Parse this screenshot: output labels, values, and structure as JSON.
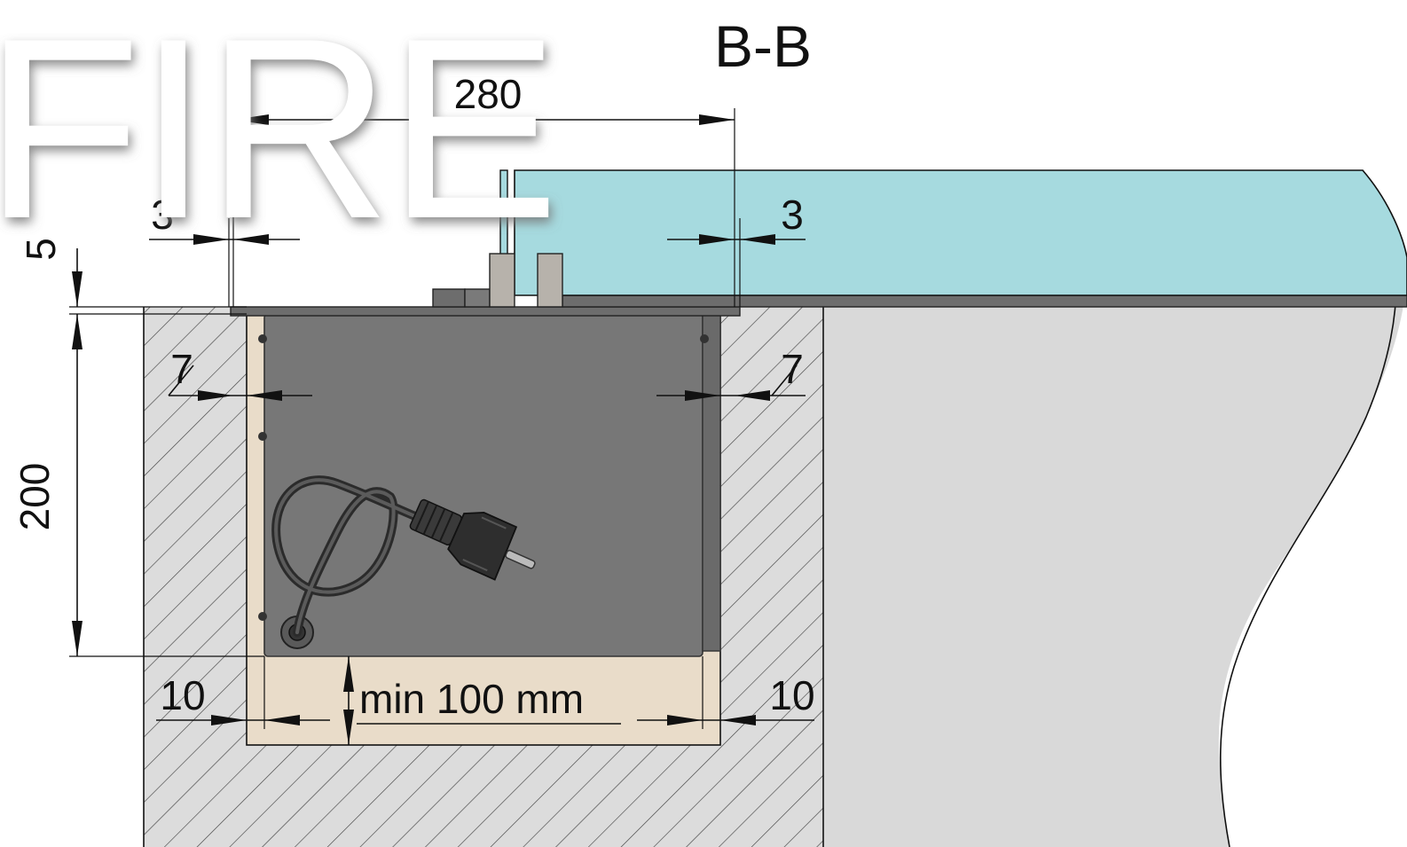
{
  "section_label": "B-B",
  "watermark": "FIRE",
  "dimensions": {
    "overall_width": "280",
    "gap_top_left": "3",
    "gap_top_right": "3",
    "top_offset": "5",
    "gap_side_left": "7",
    "gap_side_right": "7",
    "depth": "200",
    "gap_bottom_left": "10",
    "gap_bottom_right": "10",
    "min_clearance": "min 100 mm"
  },
  "colors": {
    "glass": "#a6dadf",
    "burner_box": "#777777",
    "frame": "#6d6d6d",
    "insulation": "#e9dcc9",
    "wall_hatch_bg": "#dcdcdc",
    "wall_solid": "#d9d9d9",
    "hatch_line": "#444444"
  }
}
